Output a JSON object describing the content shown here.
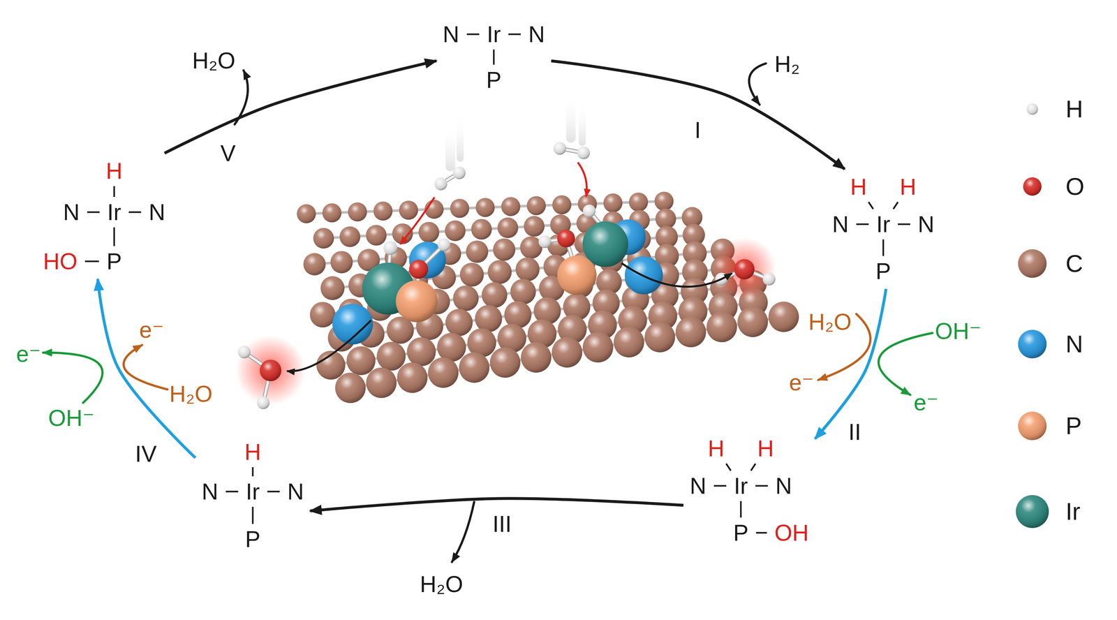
{
  "diagram": {
    "nodes": [
      {
        "text": [
          "N",
          "Ir",
          "N",
          "P"
        ]
      },
      {
        "text": [
          "H",
          "H",
          "N",
          "Ir",
          "N",
          "P"
        ]
      },
      {
        "text": [
          "H",
          "H",
          "N",
          "Ir",
          "N",
          "P",
          "OH"
        ]
      },
      {
        "text": [
          "H",
          "N",
          "Ir",
          "N",
          "P"
        ]
      },
      {
        "text": [
          "H",
          "N",
          "Ir",
          "N",
          "HO",
          "P"
        ]
      }
    ],
    "edges": [
      {
        "from": 0,
        "to": 1,
        "arrow": "to",
        "label": "I"
      },
      {
        "from": 1,
        "to": 2,
        "arrow": "to",
        "label": "II"
      },
      {
        "from": 2,
        "to": 3,
        "arrow": "to",
        "label": "III"
      },
      {
        "from": 3,
        "to": 4,
        "arrow": "to",
        "label": "IV"
      },
      {
        "from": 4,
        "to": 0,
        "arrow": "to",
        "label": "V"
      }
    ],
    "labels": [
      "H₂",
      "H₂O",
      "H₂O",
      "OH⁻",
      "e⁻",
      "e⁻",
      "H₂O",
      "e⁻",
      "e⁻",
      "H₂O",
      "OH⁻"
    ],
    "legend": [
      {
        "text": "H",
        "color": "#ececec"
      },
      {
        "text": "O",
        "color": "#d8302a"
      },
      {
        "text": "C",
        "color": "#b07a66"
      },
      {
        "text": "N",
        "color": "#2a9ae0"
      },
      {
        "text": "P",
        "color": "#f5a070"
      },
      {
        "text": "Ir",
        "color": "#2f8a80"
      }
    ]
  }
}
